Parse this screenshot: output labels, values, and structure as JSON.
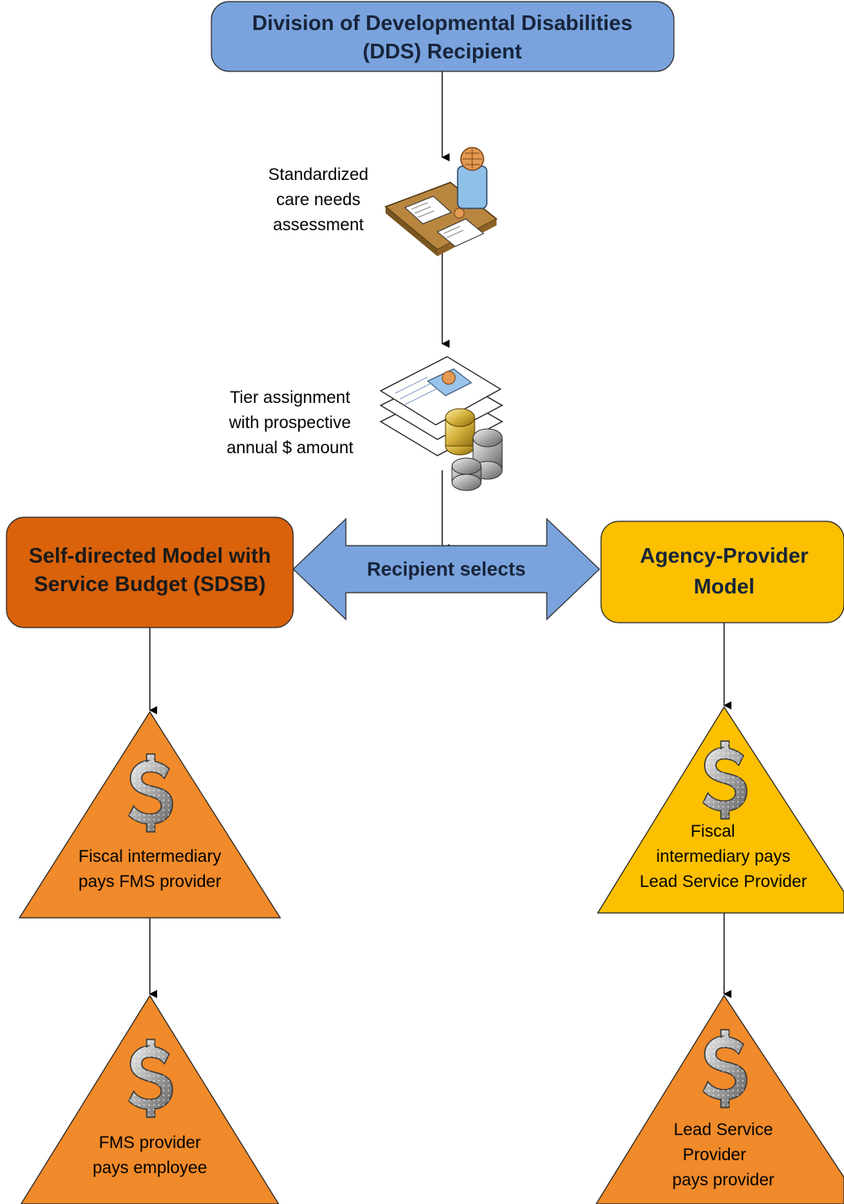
{
  "colors": {
    "top_box": "#7aa3dd",
    "sdsb_box": "#d9620b",
    "agency_box": "#fcc000",
    "orange_triangle": "#f08a2a",
    "yellow_triangle": "#fcc000",
    "double_arrow": "#7aa3dd",
    "connector": "#000000"
  },
  "nodes": {
    "recipient": {
      "line1": "Division of Developmental Disabilities",
      "line2": "(DDS) Recipient"
    },
    "assessment": {
      "line1": "Standardized",
      "line2": "care needs",
      "line3": "assessment",
      "icon": "person-at-desk-icon"
    },
    "tier": {
      "line1": "Tier assignment",
      "line2": "with prospective",
      "line3": "annual $ amount",
      "icon": "documents-and-coins-icon"
    },
    "selection": {
      "label": "Recipient selects"
    },
    "sdsb": {
      "line1": "Self-directed Model with",
      "line2": "Service Budget (SDSB)"
    },
    "agency": {
      "line1": "Agency-Provider",
      "line2": "Model"
    },
    "sdsb_step1": {
      "line1": "Fiscal intermediary",
      "line2": "pays FMS provider",
      "icon": "dollar-sign-icon"
    },
    "sdsb_step2": {
      "line1": "FMS provider",
      "line2": "pays employee",
      "icon": "dollar-sign-icon"
    },
    "agency_step1": {
      "line1": "Fiscal",
      "line2": "intermediary pays",
      "line3": "Lead Service Provider",
      "icon": "dollar-sign-icon"
    },
    "agency_step2": {
      "line1": "Lead Service",
      "line2": "Provider",
      "line3": "pays provider",
      "icon": "dollar-sign-icon"
    }
  }
}
